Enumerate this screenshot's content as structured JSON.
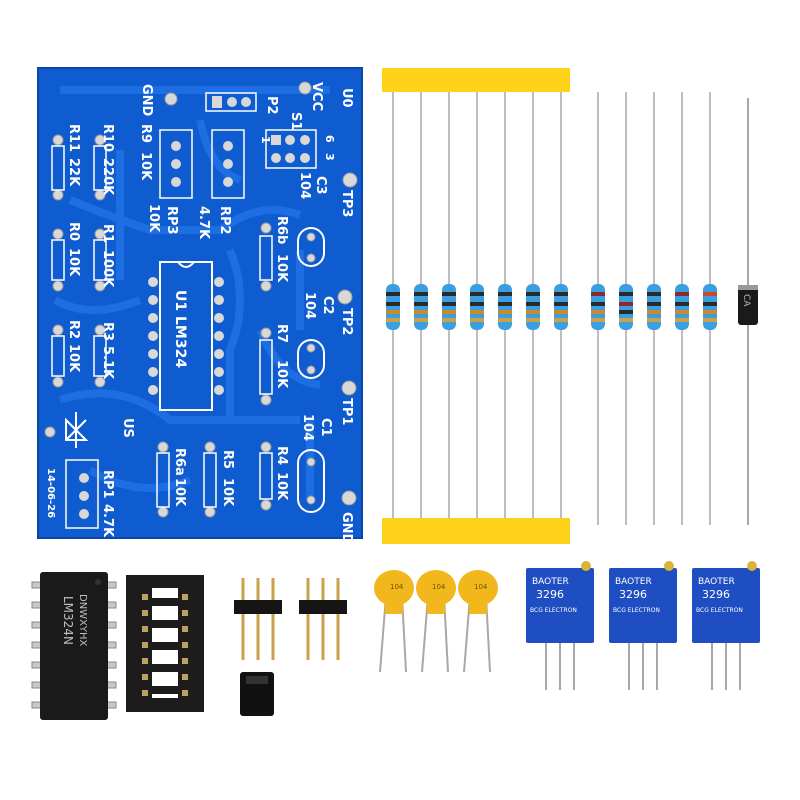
{
  "pcb": {
    "color": "#0f5bd0",
    "labels": {
      "u0": "U0",
      "vcc": "VCC",
      "gnd_top": "GND",
      "p2": "P2",
      "s1": "S1",
      "pin6": "6",
      "pin3": "3",
      "pin1": "1",
      "c3": "C3",
      "c3_val": "104",
      "tp3": "TP3",
      "r11": "R11",
      "r11_val": "22K",
      "r10": "R10",
      "r10_val": "220K",
      "r9": "R9",
      "r9_val": "10K",
      "rp3": "RP3",
      "rp3_val": "10K",
      "rp2": "RP2",
      "rp2_val": "4.7K",
      "r0": "R0",
      "r0_val": "10K",
      "r1": "R1",
      "r1_val": "100K",
      "u1": "U1 LM324",
      "r6b": "R6b",
      "r6b_val": "10K",
      "c2": "C2",
      "c2_val": "104",
      "tp2": "TP2",
      "r2": "R2",
      "r2_val": "10K",
      "r3": "R3",
      "r3_val": "5.1K",
      "r7": "R7",
      "r7_val": "10K",
      "tp1": "TP1",
      "us": "US",
      "c1": "C1",
      "c1_val": "104",
      "rp1": "RP1",
      "rp1_val": "4.7K",
      "r6a": "R6a",
      "r6a_val": "10K",
      "r5": "R5",
      "r5_val": "10K",
      "r4": "R4",
      "r4_val": "10K",
      "gnd_bottom": "GND",
      "date_code": "14-06-26"
    }
  },
  "components": {
    "ic_marking": "LM324N",
    "ic_logo": "DNWXYHX",
    "ceramic_cap_marking": "104",
    "diode_marking": "CA",
    "trimmer_brand": "BAOTER",
    "trimmer_model": "3296",
    "trimmer_sub": "BCG ELECTRON",
    "colors": {
      "resistor_body": "#3a9fe0",
      "strip": "#ffd21a",
      "ceramic_cap": "#f2b71c",
      "trimmer": "#1f4ec2",
      "ic": "#1a1a1a"
    }
  }
}
